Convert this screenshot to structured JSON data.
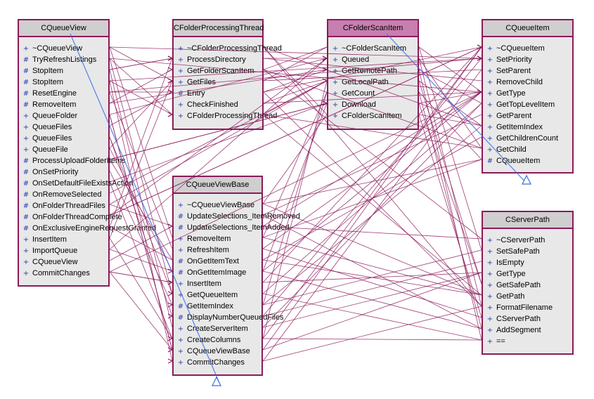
{
  "classes": [
    {
      "id": "cqueueview",
      "title": "CQueueView",
      "highlight": false,
      "members": [
        {
          "vis": "+",
          "name": "~CQueueView"
        },
        {
          "vis": "#",
          "name": "TryRefreshListings"
        },
        {
          "vis": "#",
          "name": "StopItem"
        },
        {
          "vis": "#",
          "name": "StopItem"
        },
        {
          "vis": "#",
          "name": "ResetEngine"
        },
        {
          "vis": "#",
          "name": "RemoveItem"
        },
        {
          "vis": "+",
          "name": "QueueFolder"
        },
        {
          "vis": "+",
          "name": "QueueFiles"
        },
        {
          "vis": "+",
          "name": "QueueFiles"
        },
        {
          "vis": "+",
          "name": "QueueFile"
        },
        {
          "vis": "#",
          "name": "ProcessUploadFolderItems"
        },
        {
          "vis": "#",
          "name": "OnSetPriority"
        },
        {
          "vis": "#",
          "name": "OnSetDefaultFileExistsAction"
        },
        {
          "vis": "#",
          "name": "OnRemoveSelected"
        },
        {
          "vis": "#",
          "name": "OnFolderThreadFiles"
        },
        {
          "vis": "#",
          "name": "OnFolderThreadComplete"
        },
        {
          "vis": "#",
          "name": "OnExclusiveEngineRequestGranted"
        },
        {
          "vis": "+",
          "name": "InsertItem"
        },
        {
          "vis": "+",
          "name": "ImportQueue"
        },
        {
          "vis": "+",
          "name": "CQueueView"
        },
        {
          "vis": "+",
          "name": "CommitChanges"
        }
      ]
    },
    {
      "id": "cfolderprocessingthread",
      "title": "CFolderProcessingThread",
      "highlight": false,
      "members": [
        {
          "vis": "+",
          "name": "~CFolderProcessingThread"
        },
        {
          "vis": "+",
          "name": "ProcessDirectory"
        },
        {
          "vis": "+",
          "name": "GetFolderScanItem"
        },
        {
          "vis": "+",
          "name": "GetFiles"
        },
        {
          "vis": "#",
          "name": "Entry"
        },
        {
          "vis": "+",
          "name": "CheckFinished"
        },
        {
          "vis": "+",
          "name": "CFolderProcessingThread"
        }
      ]
    },
    {
      "id": "cfolderscanitem",
      "title": "CFolderScanItem",
      "highlight": true,
      "members": [
        {
          "vis": "+",
          "name": "~CFolderScanItem"
        },
        {
          "vis": "+",
          "name": "Queued"
        },
        {
          "vis": "+",
          "name": "GetRemotePath"
        },
        {
          "vis": "+",
          "name": "GetLocalPath"
        },
        {
          "vis": "+",
          "name": "GetCount"
        },
        {
          "vis": "+",
          "name": "Download"
        },
        {
          "vis": "+",
          "name": "CFolderScanItem"
        }
      ]
    },
    {
      "id": "cqueueitem",
      "title": "CQueueItem",
      "highlight": false,
      "members": [
        {
          "vis": "+",
          "name": "~CQueueItem"
        },
        {
          "vis": "+",
          "name": "SetPriority"
        },
        {
          "vis": "+",
          "name": "SetParent"
        },
        {
          "vis": "+",
          "name": "RemoveChild"
        },
        {
          "vis": "+",
          "name": "GetType"
        },
        {
          "vis": "+",
          "name": "GetTopLevelItem"
        },
        {
          "vis": "+",
          "name": "GetParent"
        },
        {
          "vis": "+",
          "name": "GetItemIndex"
        },
        {
          "vis": "+",
          "name": "GetChildrenCount"
        },
        {
          "vis": "+",
          "name": "GetChild"
        },
        {
          "vis": "#",
          "name": "CQueueItem"
        }
      ]
    },
    {
      "id": "cqueueviewbase",
      "title": "CQueueViewBase",
      "highlight": false,
      "members": [
        {
          "vis": "+",
          "name": "~CQueueViewBase"
        },
        {
          "vis": "#",
          "name": "UpdateSelections_ItemRemoved"
        },
        {
          "vis": "#",
          "name": "UpdateSelections_ItemAdded"
        },
        {
          "vis": "+",
          "name": "RemoveItem"
        },
        {
          "vis": "+",
          "name": "RefreshItem"
        },
        {
          "vis": "#",
          "name": "OnGetItemText"
        },
        {
          "vis": "#",
          "name": "OnGetItemImage"
        },
        {
          "vis": "+",
          "name": "InsertItem"
        },
        {
          "vis": "+",
          "name": "GetQueueItem"
        },
        {
          "vis": "#",
          "name": "GetItemIndex"
        },
        {
          "vis": "#",
          "name": "DisplayNumberQueuedFiles"
        },
        {
          "vis": "+",
          "name": "CreateServerItem"
        },
        {
          "vis": "+",
          "name": "CreateColumns"
        },
        {
          "vis": "+",
          "name": "CQueueViewBase"
        },
        {
          "vis": "+",
          "name": "CommitChanges"
        }
      ]
    },
    {
      "id": "cserverpath",
      "title": "CServerPath",
      "highlight": false,
      "members": [
        {
          "vis": "+",
          "name": "~CServerPath"
        },
        {
          "vis": "+",
          "name": "SetSafePath"
        },
        {
          "vis": "+",
          "name": "IsEmpty"
        },
        {
          "vis": "+",
          "name": "GetType"
        },
        {
          "vis": "+",
          "name": "GetSafePath"
        },
        {
          "vis": "+",
          "name": "GetPath"
        },
        {
          "vis": "+",
          "name": "FormatFilename"
        },
        {
          "vis": "+",
          "name": "CServerPath"
        },
        {
          "vis": "+",
          "name": "AddSegment"
        },
        {
          "vis": "+",
          "name": "=="
        }
      ]
    }
  ],
  "colors": {
    "wire": "#8b1a5a",
    "inherit": "#3a6fe0",
    "border": "#8b1a5a",
    "header": "#cfcfcf",
    "header_highlight": "#c77fb0",
    "body": "#e8e8e8"
  }
}
